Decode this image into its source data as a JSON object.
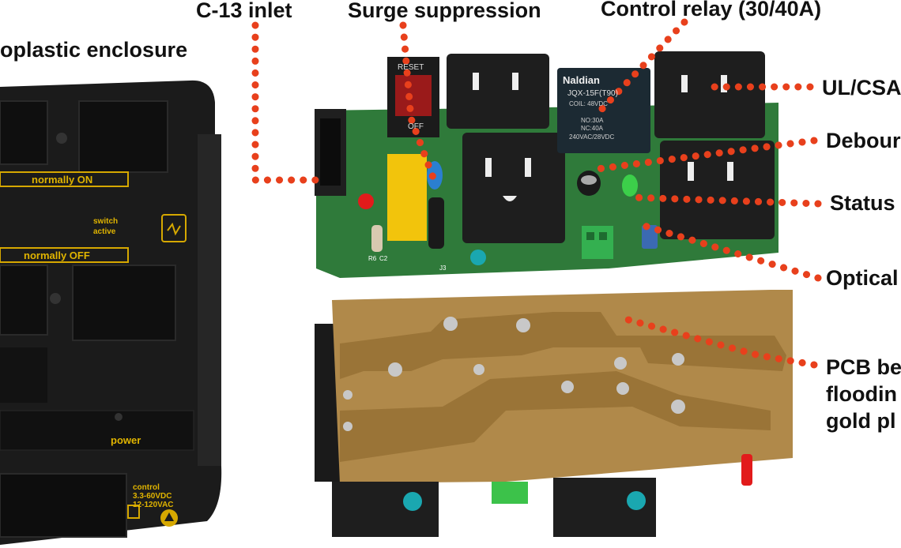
{
  "labels": {
    "inlet": "C-13 inlet",
    "surge": "Surge suppression",
    "relay": "Control relay (30/40A)",
    "enclosure": "oplastic enclosure",
    "ulcsa": "UL/CSA",
    "debounce": "Debour",
    "status": "Status",
    "optical": "Optical",
    "pcb_line1": "PCB be",
    "pcb_line2": "floodin",
    "pcb_line3": "gold pl"
  },
  "enclosure": {
    "normally_on": "normally ON",
    "switch_line1": "switch",
    "switch_line2": "active",
    "normally_off": "normally OFF",
    "power": "power",
    "control_line1": "control",
    "control_line2": "3.3-60VDC",
    "control_line3": "12-120VAC"
  },
  "board": {
    "reset_label": "RESET",
    "off_label": "OFF",
    "relay_brand": "Naldian",
    "relay_model": "JQX-15F(T90)",
    "relay_coil": "COIL: 48VDC",
    "relay_no": "NO:30A",
    "relay_nc": "NC:40A",
    "relay_rating": "240VAC/28VDC",
    "silk_r6": "R6",
    "silk_c2": "C2",
    "silk_j3": "J3"
  },
  "colors": {
    "leader": "#e8401c",
    "enclosure": "#1b1b1b",
    "enclosure_text": "#e0b400",
    "pcb_top": "#2f7a3a",
    "pcb_bottom": "#b0894a",
    "outlet": "#1e1e1e"
  }
}
